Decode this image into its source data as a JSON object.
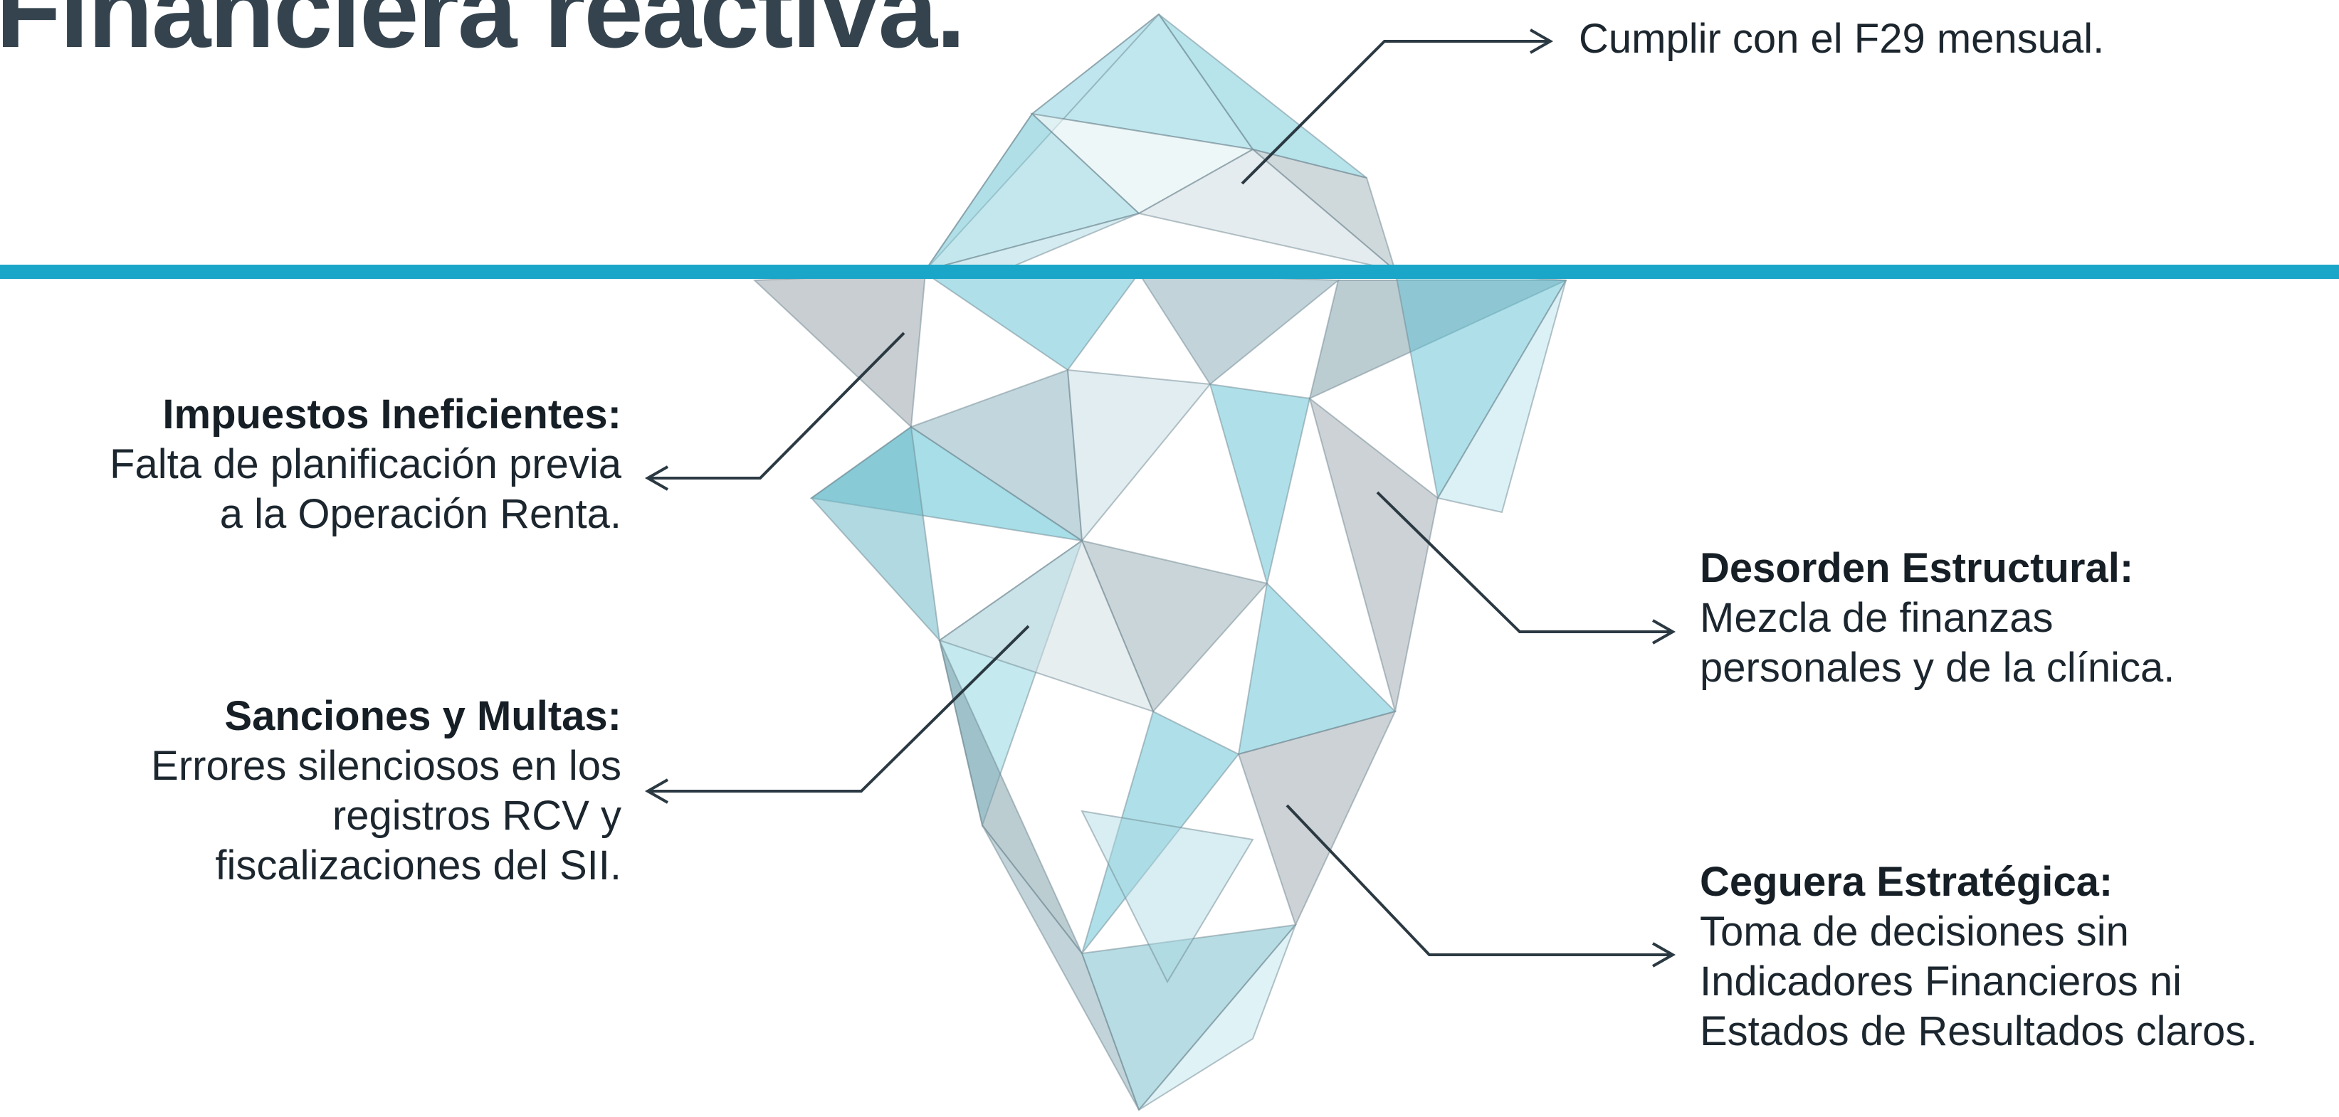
{
  "title": "Financiera reactiva.",
  "colors": {
    "waterline": "#1aa6c8",
    "connector": "#2b3942",
    "ice_teal": "#5fc2d3",
    "ice_grey": "#9aa6ad",
    "ice_light": "#d8eef2"
  },
  "labels": {
    "top": {
      "body": "Cumplir con el F29 mensual."
    },
    "impuestos": {
      "head": "Impuestos Ineficientes:",
      "line1": "Falta de planificación previa",
      "line2": "a la Operación Renta."
    },
    "sanciones": {
      "head": "Sanciones y Multas:",
      "line1": "Errores silenciosos en los",
      "line2": "registros RCV y",
      "line3": "fiscalizaciones del SII."
    },
    "desorden": {
      "head": "Desorden Estructural:",
      "line1": "Mezcla de finanzas",
      "line2": "personales y de la clínica."
    },
    "ceguera": {
      "head": "Ceguera Estratégica:",
      "line1": "Toma de decisiones sin",
      "line2": "Indicadores Financieros ni",
      "line3": "Estados de Resultados claros."
    }
  }
}
